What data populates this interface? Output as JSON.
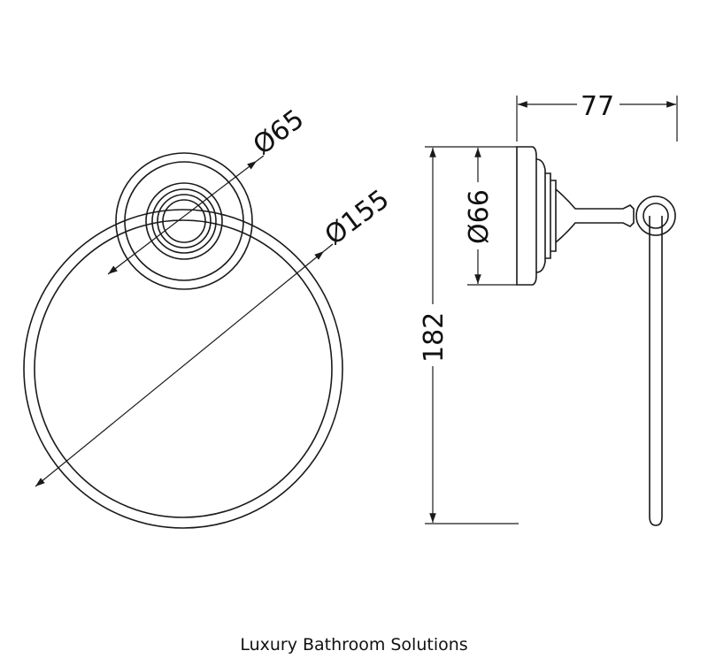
{
  "dimensions": {
    "backplate_diameter": "Ø65",
    "ring_diameter": "Ø155",
    "side_plate_diameter": "Ø66",
    "projection": "77",
    "height": "182"
  },
  "caption": "Luxury Bathroom Solutions",
  "colors": {
    "line": "#1a1a1a",
    "background": "#ffffff"
  }
}
